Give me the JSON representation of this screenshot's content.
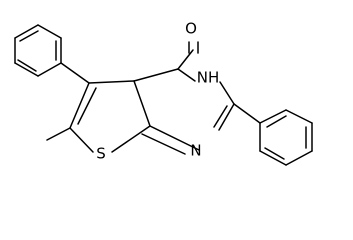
{
  "molecule": {
    "atoms": {
      "oxygen": "O",
      "nh": "NH",
      "n": "N",
      "s": "S"
    }
  },
  "colors": {
    "bond": "#000000",
    "label": "#000000",
    "background": "#ffffff"
  }
}
